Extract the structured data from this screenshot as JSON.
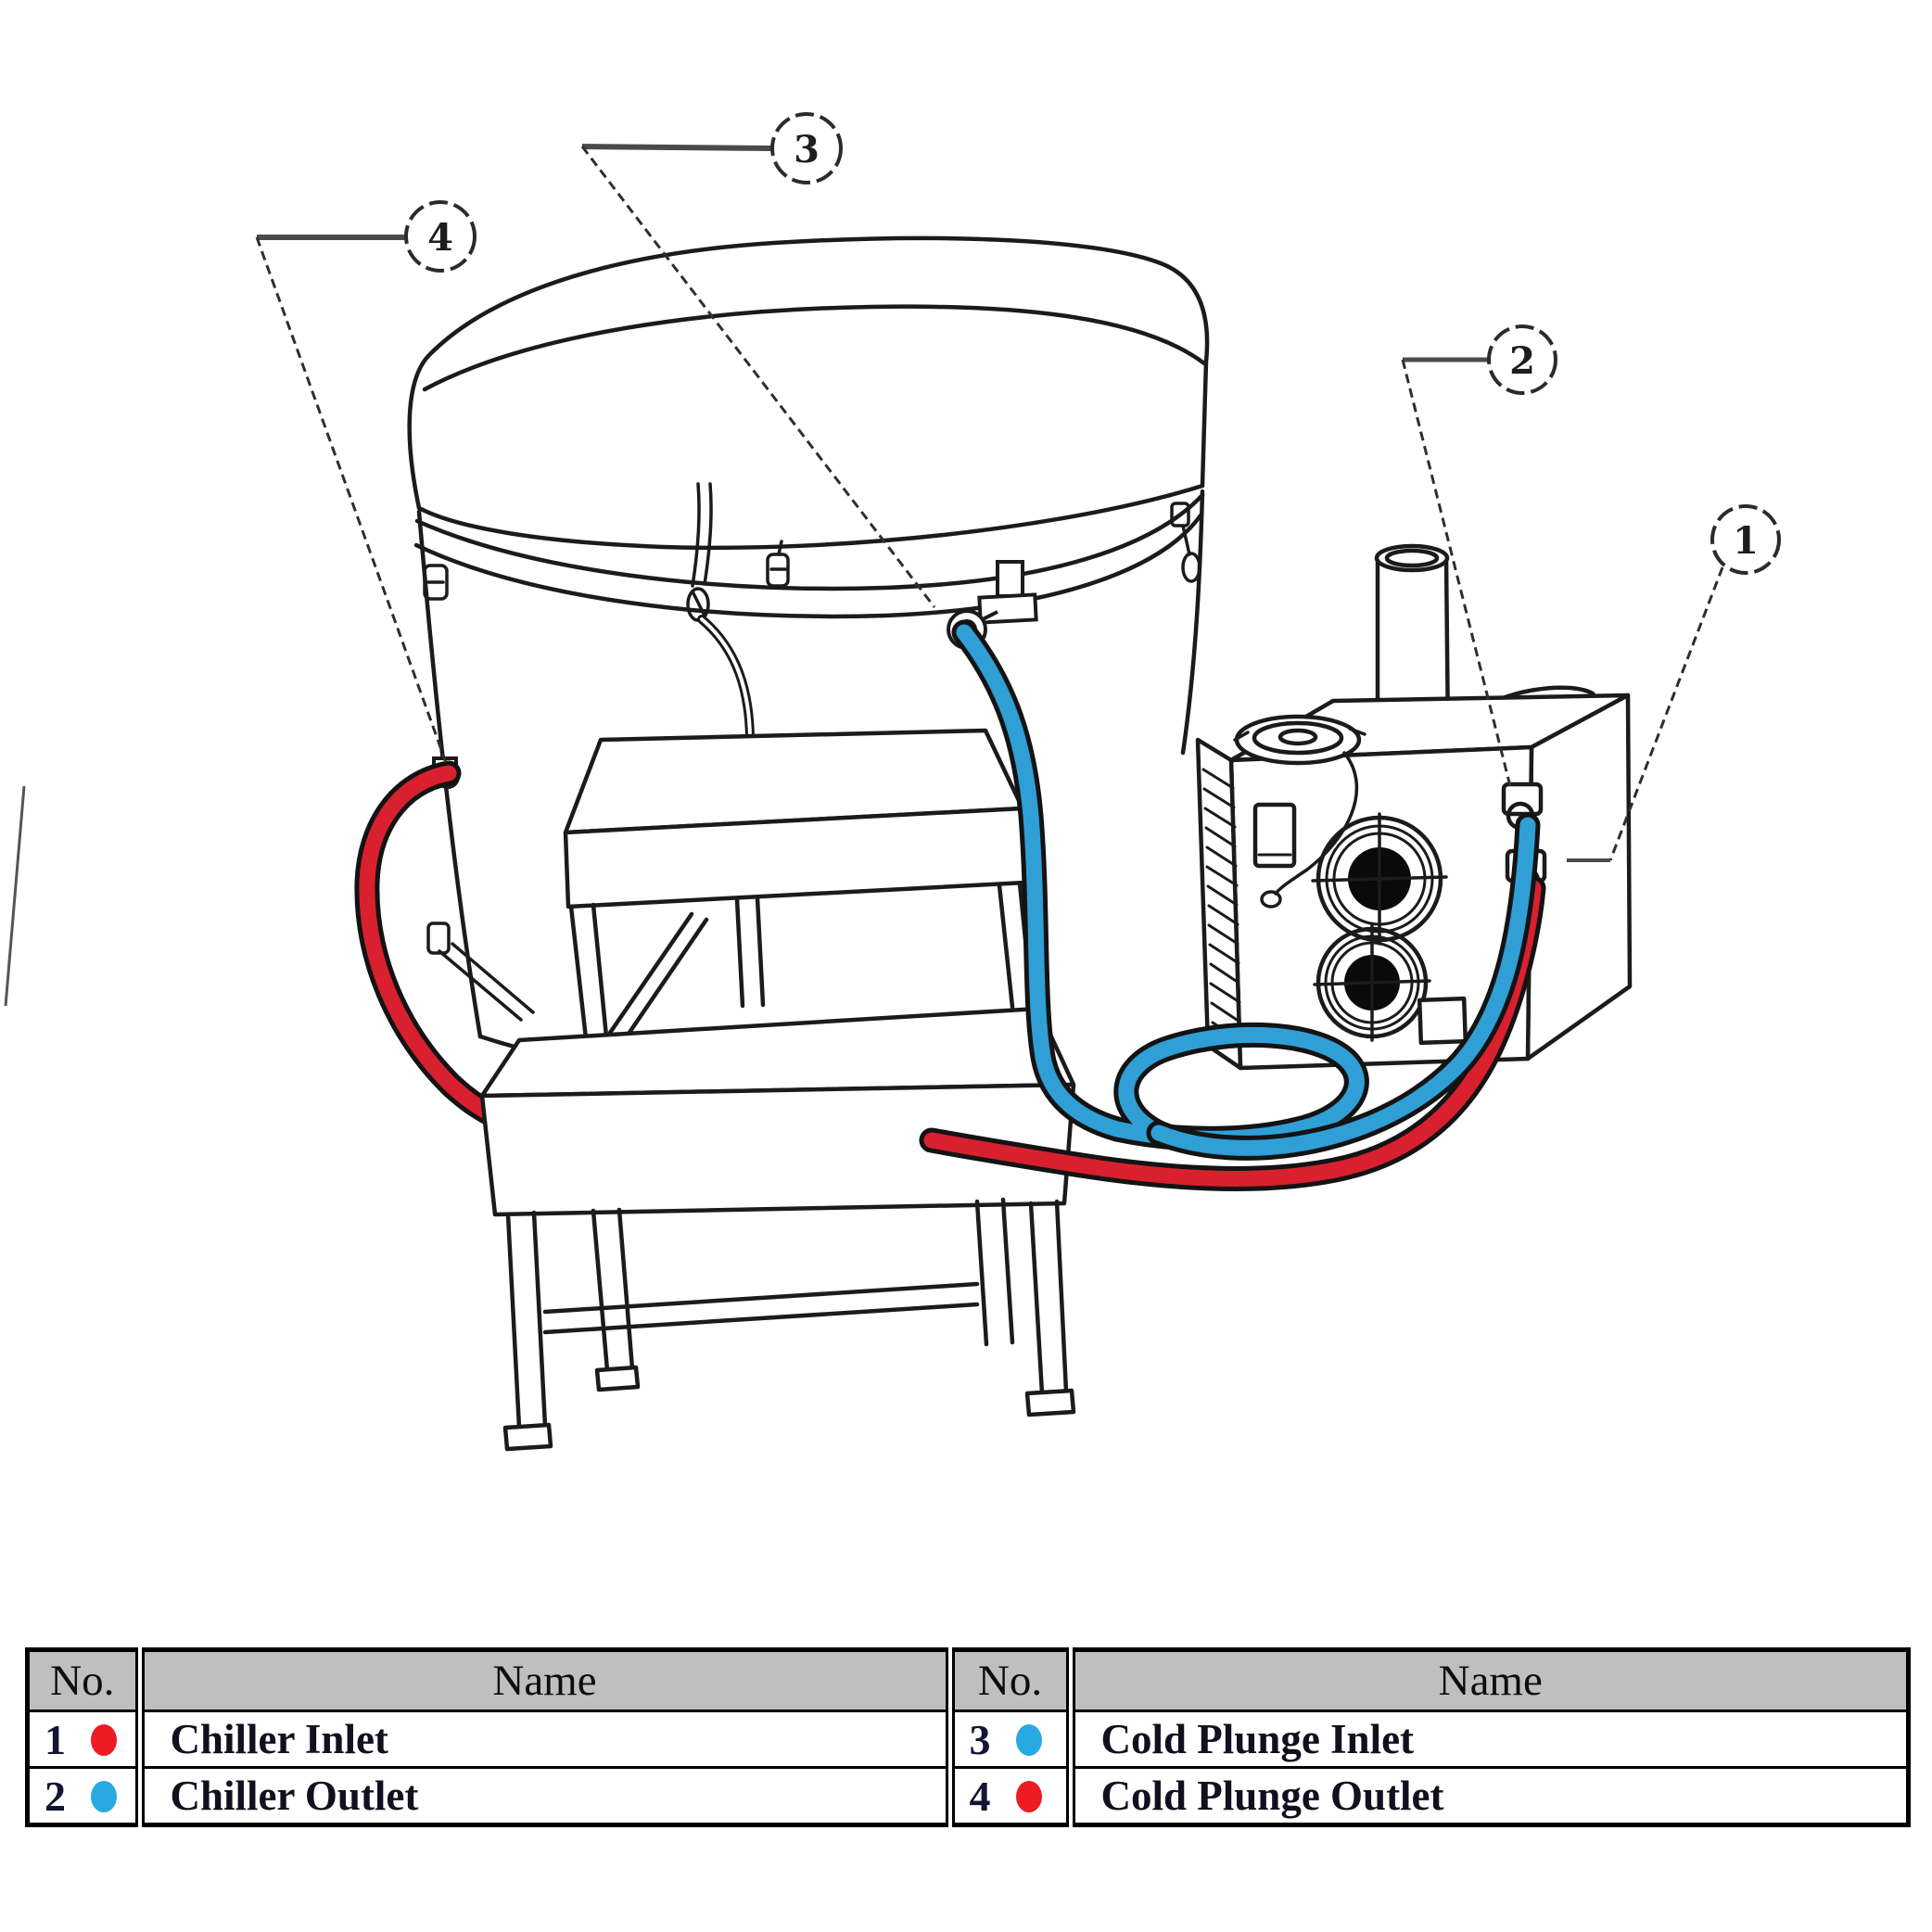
{
  "figure": {
    "callouts": {
      "c1": {
        "label": "1"
      },
      "c2": {
        "label": "2"
      },
      "c3": {
        "label": "3"
      },
      "c4": {
        "label": "4"
      }
    },
    "colors": {
      "hose_red": "#d8202f",
      "hose_blue": "#2f9fd6"
    }
  },
  "legend_tables": {
    "left": {
      "col_no": "No.",
      "col_name": "Name",
      "rows": [
        {
          "no": "1",
          "dot_color": "#ec1b24",
          "name": "Chiller Inlet"
        },
        {
          "no": "2",
          "dot_color": "#29a9e1",
          "name": "Chiller Outlet"
        }
      ]
    },
    "right": {
      "col_no": "No.",
      "col_name": "Name",
      "rows": [
        {
          "no": "3",
          "dot_color": "#29a9e1",
          "name": "Cold Plunge Inlet"
        },
        {
          "no": "4",
          "dot_color": "#ec1b24",
          "name": "Cold Plunge Outlet"
        }
      ]
    }
  }
}
